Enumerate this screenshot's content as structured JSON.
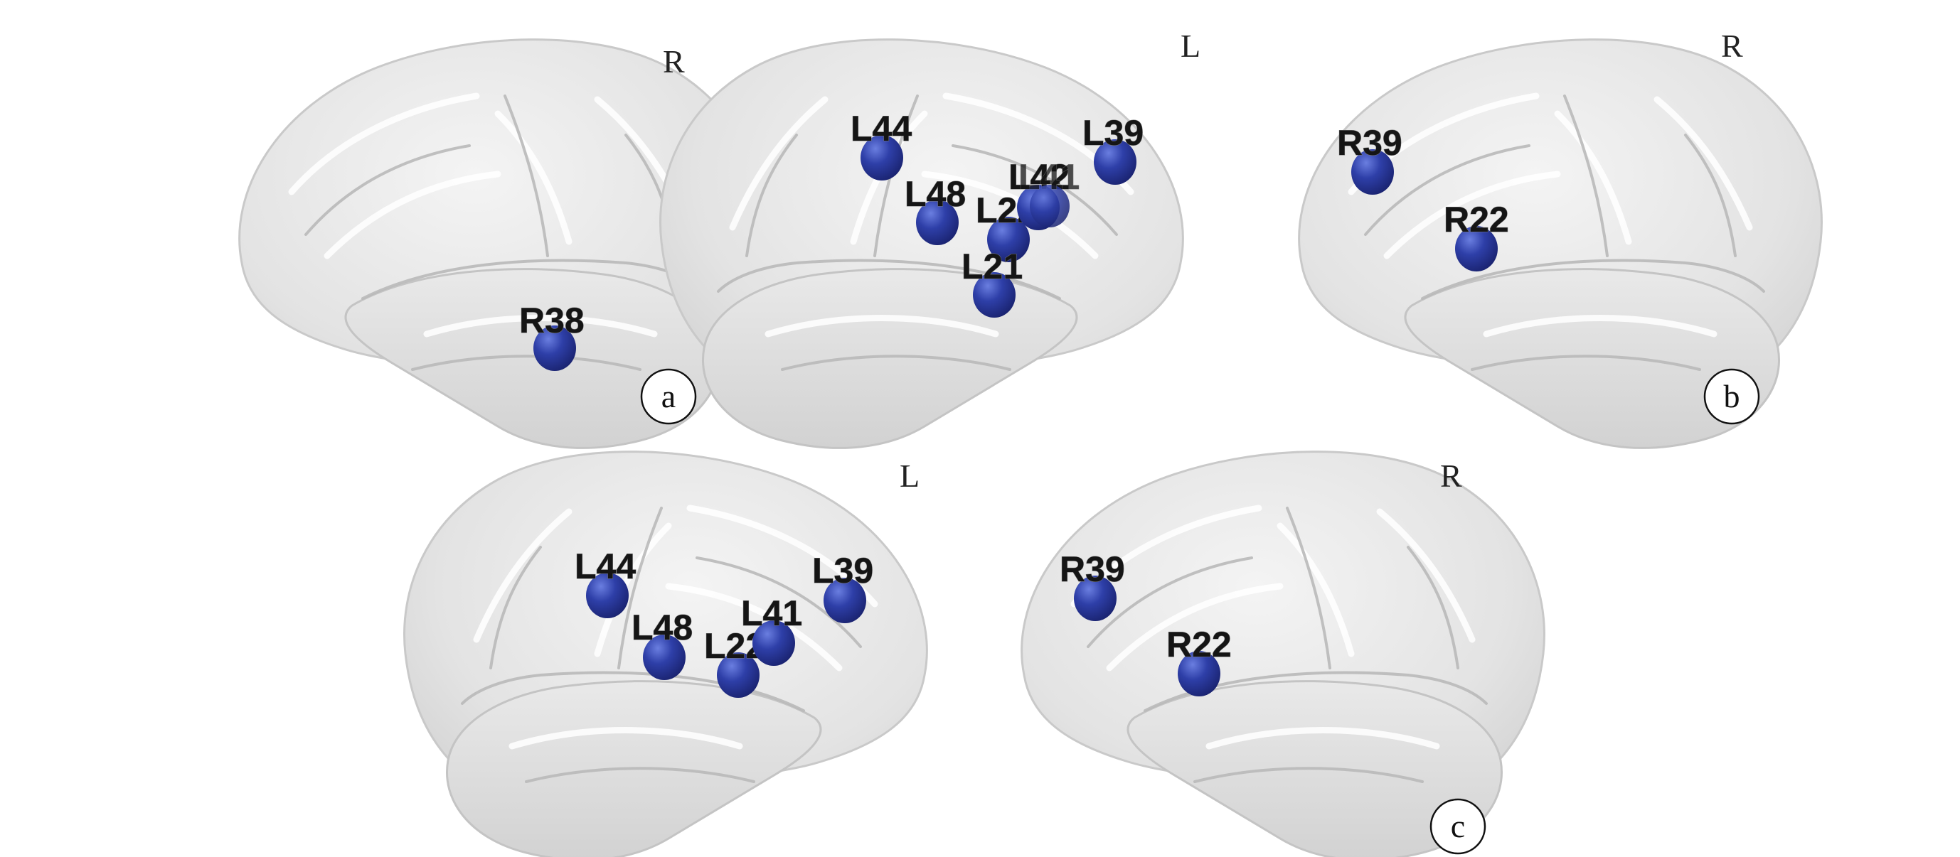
{
  "panels": [
    {
      "id": "a",
      "letter": "a",
      "hemisphere": "R",
      "nodes": [
        {
          "label": "R38"
        }
      ]
    },
    {
      "id": "b-left",
      "letter": "",
      "hemisphere": "L",
      "nodes": [
        {
          "label": "L44"
        },
        {
          "label": "L48"
        },
        {
          "label": "L22"
        },
        {
          "label": "L42"
        },
        {
          "label": "L41"
        },
        {
          "label": "L21"
        },
        {
          "label": "L39"
        }
      ]
    },
    {
      "id": "b-right",
      "letter": "b",
      "hemisphere": "R",
      "nodes": [
        {
          "label": "R39"
        },
        {
          "label": "R22"
        }
      ]
    },
    {
      "id": "c-left",
      "letter": "",
      "hemisphere": "L",
      "nodes": [
        {
          "label": "L44"
        },
        {
          "label": "L48"
        },
        {
          "label": "L22"
        },
        {
          "label": "L41"
        },
        {
          "label": "L39"
        }
      ]
    },
    {
      "id": "c-right",
      "letter": "c",
      "hemisphere": "R",
      "nodes": [
        {
          "label": "R39"
        },
        {
          "label": "R22"
        }
      ]
    }
  ],
  "colors": {
    "node": "#2b3a9c",
    "node_highlight": "#5b6fd6",
    "brain": "#e6e6e6",
    "brain_edge": "#c9c9c9"
  }
}
